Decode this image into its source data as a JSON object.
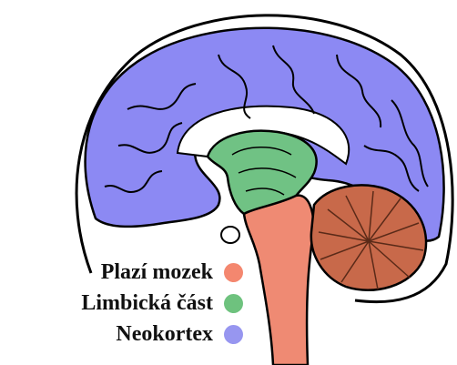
{
  "legend": [
    {
      "label": "Plazí mozek",
      "color": "#f4876f",
      "icon": "salmon-circle-icon"
    },
    {
      "label": "Limbická část",
      "color": "#6ec27e",
      "icon": "green-circle-icon"
    },
    {
      "label": "Neokortex",
      "color": "#9796f0",
      "icon": "blue-circle-icon"
    }
  ],
  "colors": {
    "neocortex": "#8c89f3",
    "limbic": "#70c284",
    "brainstem": "#ef8a73",
    "cerebellum": "#c8694a",
    "outline": "#000000"
  }
}
